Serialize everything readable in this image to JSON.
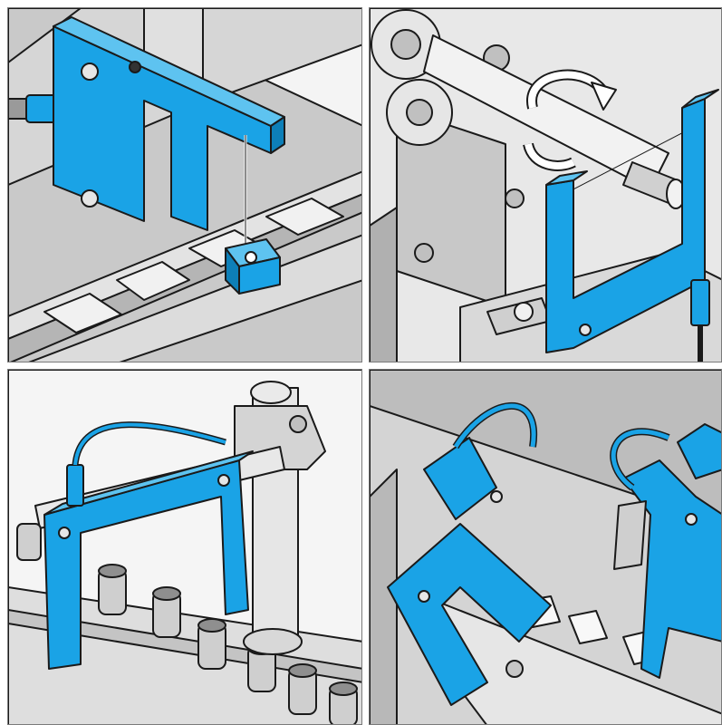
{
  "figure": {
    "panel_count": 4,
    "colors": {
      "sensor_blue": "#1aa3e6",
      "outline": "#1a1a1a",
      "metal_light": "#e2e2e2",
      "metal_mid": "#c8c8c8",
      "metal_dark": "#a8a8a8",
      "background": "#ffffff"
    },
    "panels": [
      {
        "id": "p1",
        "icon": "fork-sensor-on-linear-conveyor-icon"
      },
      {
        "id": "p2",
        "icon": "fork-sensor-on-rotating-shaft-icon"
      },
      {
        "id": "p3",
        "icon": "fork-sensor-on-vial-conveyor-icon"
      },
      {
        "id": "p4",
        "icon": "fork-sensors-on-label-rail-icon"
      }
    ]
  }
}
